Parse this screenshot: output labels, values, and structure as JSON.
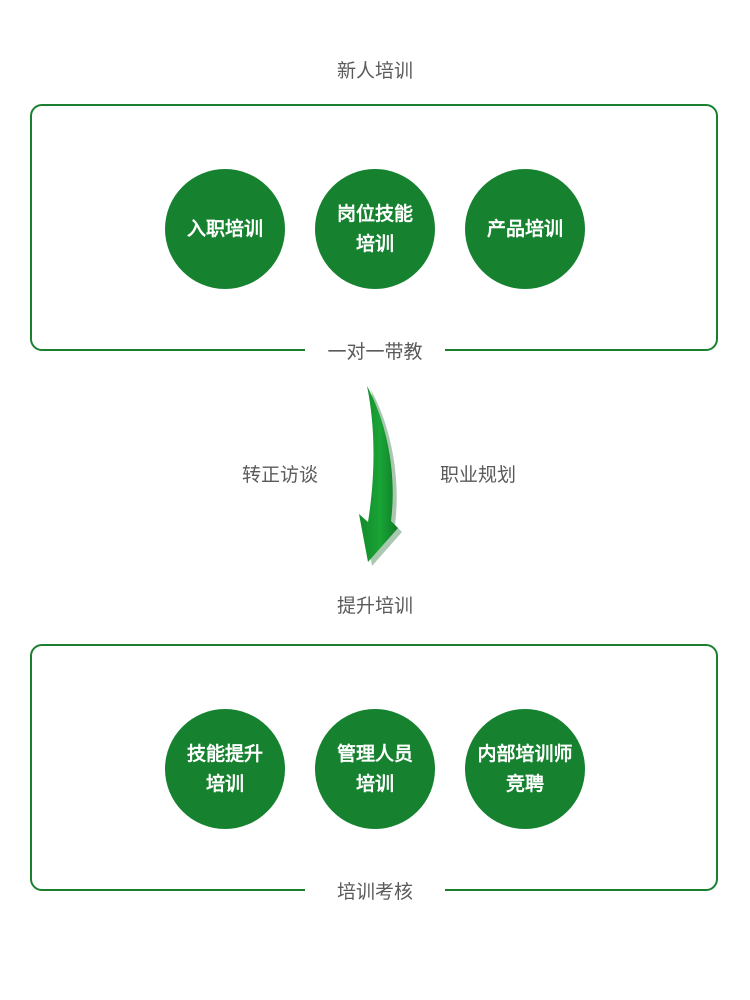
{
  "top_section": {
    "title": "新人培训",
    "circles": [
      {
        "label": "入职培训"
      },
      {
        "label": "岗位技能\n培训"
      },
      {
        "label": "产品培训"
      }
    ],
    "caption": "一对一带教"
  },
  "transition": {
    "left_label": "转正访谈",
    "right_label": "职业规划"
  },
  "bottom_section": {
    "title": "提升培训",
    "circles": [
      {
        "label": "技能提升\n培训"
      },
      {
        "label": "管理人员\n培训"
      },
      {
        "label": "内部培训师\n竞聘"
      }
    ],
    "caption": "培训考核"
  },
  "colors": {
    "primary_green": "#168230",
    "arrow_green": "#17a034",
    "text_gray": "#5a5a5a"
  }
}
